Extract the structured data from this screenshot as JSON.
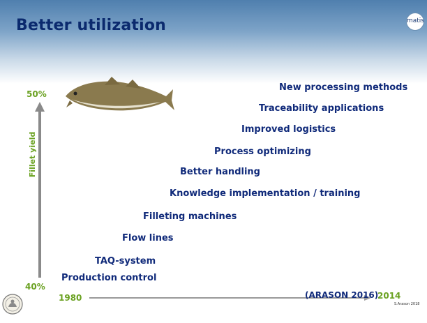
{
  "title": "Better utilization",
  "logo_text": "matis",
  "y_axis": {
    "label": "Fillet yield",
    "top": "50%",
    "bottom": "40%"
  },
  "x_axis": {
    "start": "1980",
    "end": "2014"
  },
  "steps": [
    "Production control",
    "TAQ-system",
    "Flow lines",
    "Filleting machines",
    "Knowledge implementation / training",
    "Better handling",
    "Process optimizing",
    "Improved logistics",
    "Traceability applications",
    "New processing methods"
  ],
  "source": "(ARASON 2016)",
  "credit": "S.Arason 2018",
  "colors": {
    "title": "#0b2a6e",
    "text": "#102a7a",
    "accent": "#6aa121",
    "arrow": "#8a8a8a"
  }
}
